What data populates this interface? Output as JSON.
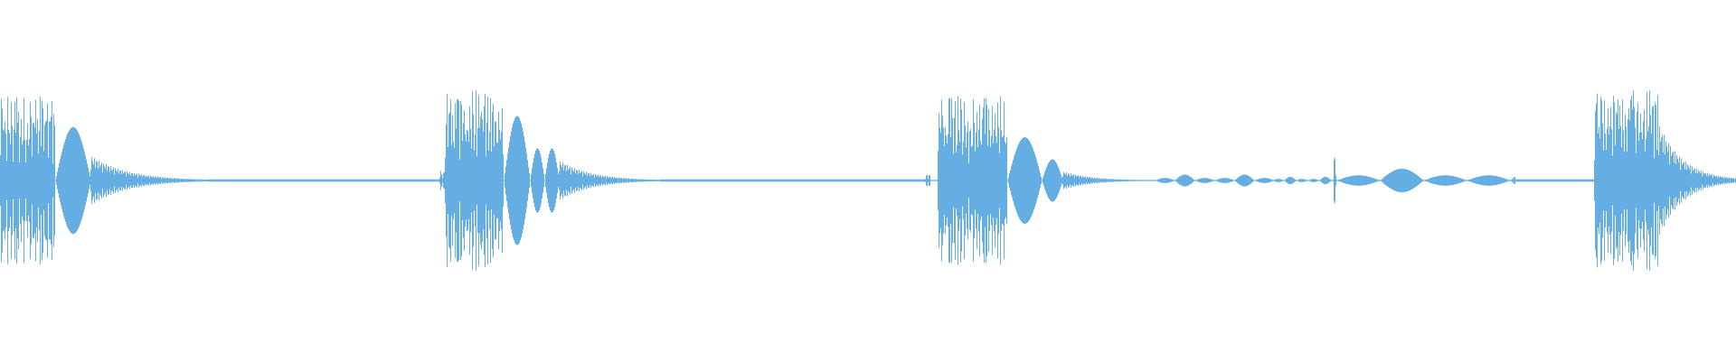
{
  "waveform": {
    "color": "#64aee3",
    "background": "#ffffff",
    "segments": [
      {
        "start": 0.0,
        "end": 0.025,
        "amp": 0.93,
        "kind": "burst",
        "density": 3.5
      },
      {
        "start": 0.025,
        "end": 0.032,
        "amp": 0.95,
        "kind": "burst",
        "density": 2.5
      },
      {
        "start": 0.032,
        "end": 0.052,
        "amp": 0.58,
        "kind": "lobe",
        "count": 1
      },
      {
        "start": 0.052,
        "end": 0.12,
        "amp": 0.27,
        "kind": "decay",
        "density": 2.6
      },
      {
        "start": 0.12,
        "end": 0.253,
        "amp": 0.012,
        "kind": "silence"
      },
      {
        "start": 0.253,
        "end": 0.256,
        "amp": 0.12,
        "kind": "burst",
        "density": 3.0
      },
      {
        "start": 0.256,
        "end": 0.29,
        "amp": 0.98,
        "kind": "burst",
        "density": 3.2
      },
      {
        "start": 0.29,
        "end": 0.305,
        "amp": 0.7,
        "kind": "lobe",
        "count": 1
      },
      {
        "start": 0.305,
        "end": 0.322,
        "amp": 0.35,
        "kind": "lobe",
        "count": 2
      },
      {
        "start": 0.322,
        "end": 0.38,
        "amp": 0.22,
        "kind": "decay",
        "density": 2.6
      },
      {
        "start": 0.38,
        "end": 0.533,
        "amp": 0.012,
        "kind": "silence"
      },
      {
        "start": 0.533,
        "end": 0.536,
        "amp": 0.08,
        "kind": "burst",
        "density": 3.0
      },
      {
        "start": 0.54,
        "end": 0.58,
        "amp": 0.92,
        "kind": "burst",
        "density": 3.4
      },
      {
        "start": 0.58,
        "end": 0.6,
        "amp": 0.47,
        "kind": "lobe",
        "count": 1
      },
      {
        "start": 0.6,
        "end": 0.612,
        "amp": 0.23,
        "kind": "lobe",
        "count": 1
      },
      {
        "start": 0.612,
        "end": 0.665,
        "amp": 0.1,
        "kind": "decay",
        "density": 2.6
      },
      {
        "start": 0.665,
        "end": 0.733,
        "amp": 0.04,
        "kind": "beads",
        "density": 0.55
      },
      {
        "start": 0.733,
        "end": 0.768,
        "amp": 0.025,
        "kind": "beads",
        "density": 0.9
      },
      {
        "start": 0.768,
        "end": 0.77,
        "amp": 0.25,
        "kind": "burst",
        "density": 2.0
      },
      {
        "start": 0.77,
        "end": 0.873,
        "amp": 0.08,
        "kind": "beads",
        "density": 0.25
      },
      {
        "start": 0.873,
        "end": 0.918,
        "amp": 0.012,
        "kind": "silence"
      },
      {
        "start": 0.918,
        "end": 0.955,
        "amp": 0.98,
        "kind": "burst",
        "density": 3.3
      },
      {
        "start": 0.955,
        "end": 1.0,
        "amp": 0.62,
        "kind": "decay",
        "density": 2.4
      }
    ]
  }
}
